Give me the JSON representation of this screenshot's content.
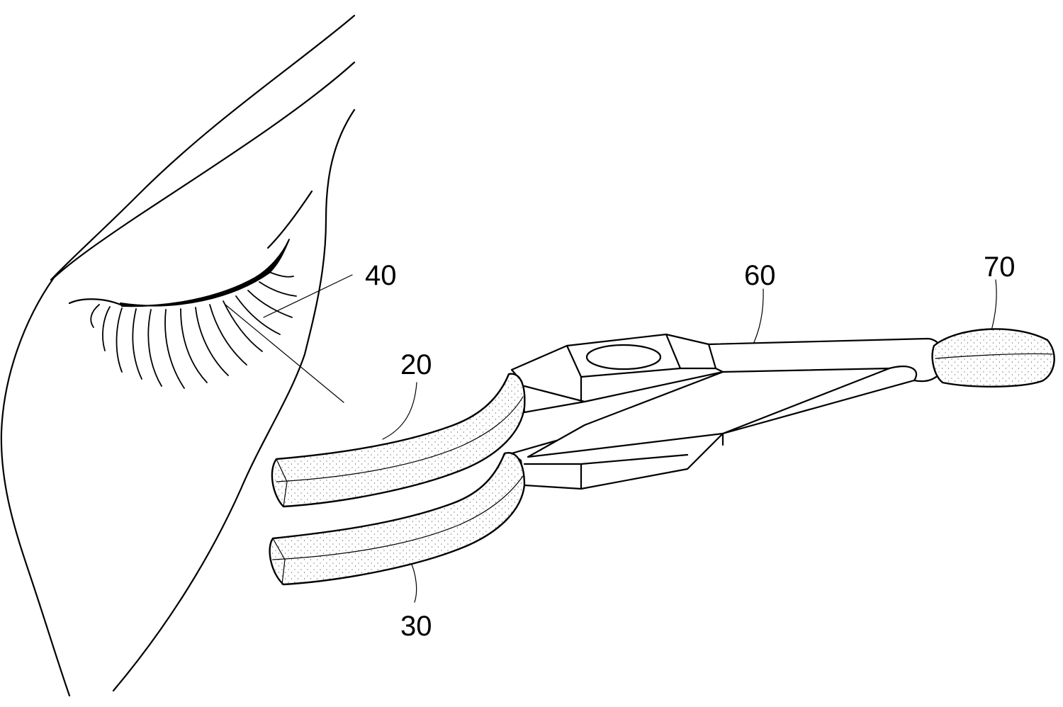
{
  "labels": {
    "l20": "20",
    "l30": "30",
    "l40": "40",
    "l60": "60",
    "l70": "70"
  }
}
